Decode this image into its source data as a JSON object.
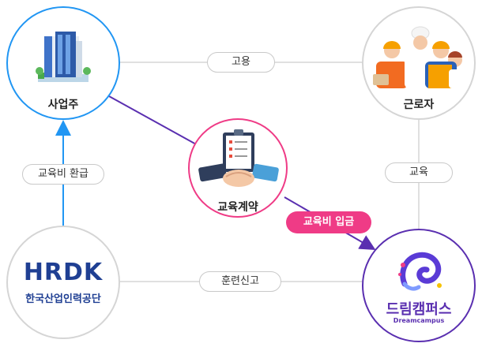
{
  "nodes": {
    "employer": {
      "label": "사업주"
    },
    "worker": {
      "label": "근로자"
    },
    "contract": {
      "label": "교육계약"
    },
    "hrdk": {
      "logo_text": "HRDK",
      "org_name": "한국산업인력공단"
    },
    "campus": {
      "brand_ko": "드림캠퍼스",
      "brand_en": "Dreamcampus"
    }
  },
  "edges": {
    "employment": "고용",
    "education": "교육",
    "refund": "교육비 환급",
    "training_report": "훈련신고",
    "payment": "교육비 입금"
  },
  "colors": {
    "blue": "#2196f3",
    "pink": "#ef3b86",
    "purple": "#5a2fb0",
    "gray_line": "#d5d5d5",
    "hrdk_blue": "#1f3f93"
  }
}
